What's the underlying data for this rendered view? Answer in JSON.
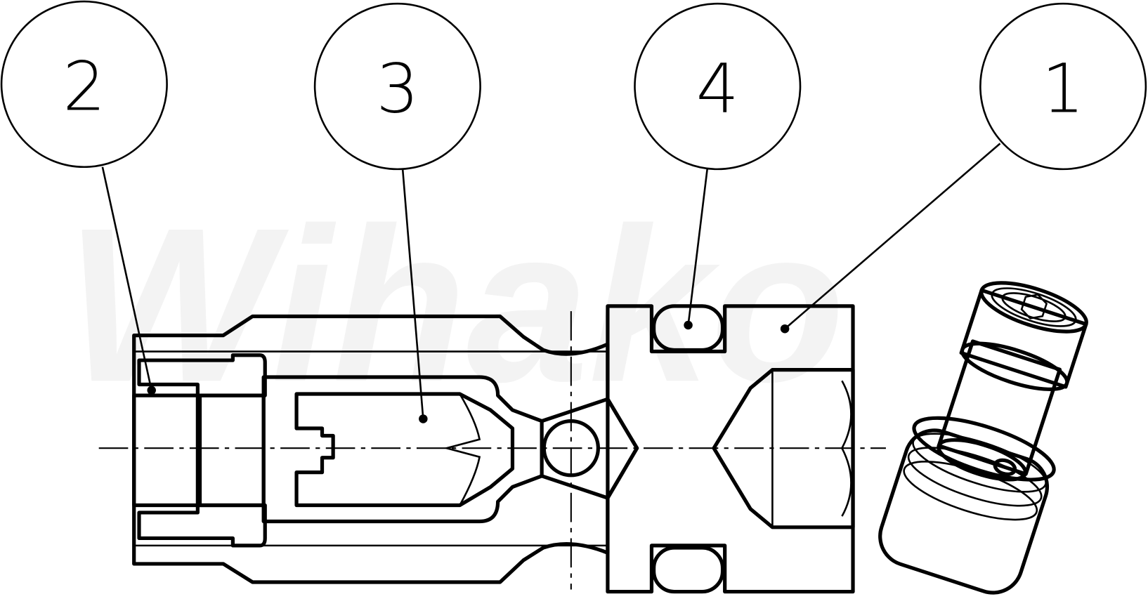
{
  "watermark": "Wihako",
  "balloons": [
    {
      "label": "2"
    },
    {
      "label": "3"
    },
    {
      "label": "4"
    },
    {
      "label": "1"
    }
  ],
  "colors": {
    "line": "#000000",
    "watermark": "#f3f3f3",
    "background": "#ffffff"
  }
}
